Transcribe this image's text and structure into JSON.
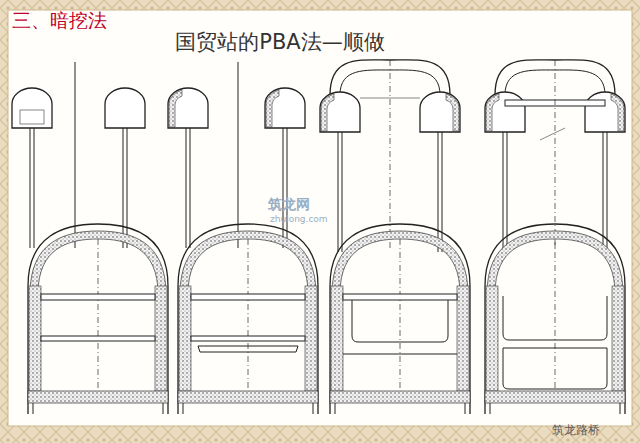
{
  "diagram": {
    "title": "国贸站的PBA法—顺做",
    "labels": [
      "三、暗挖法",
      "筑龙网",
      "zhulong.com",
      "筑龙路桥"
    ]
  }
}
